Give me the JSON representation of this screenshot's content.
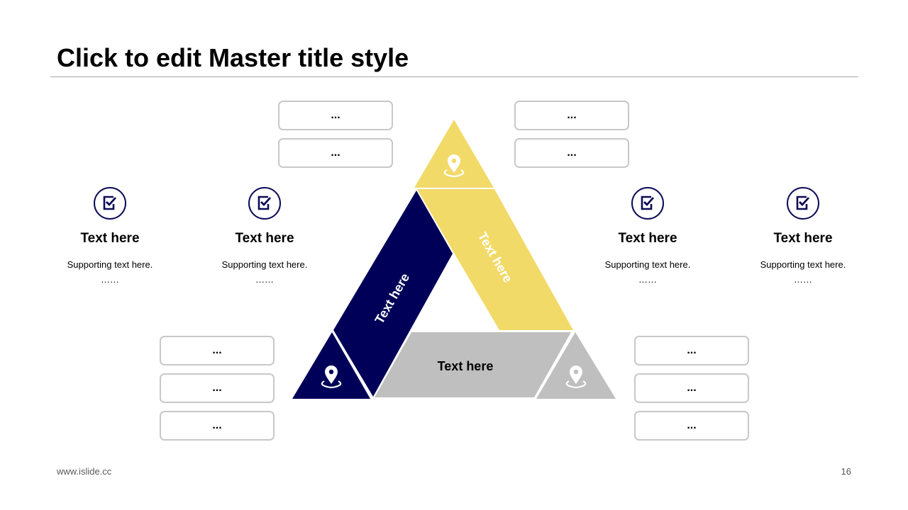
{
  "title": "Click to edit Master title style",
  "footer": {
    "website": "www.islide.cc",
    "page_number": "16"
  },
  "boxes": {
    "top_left": [
      "...",
      "..."
    ],
    "top_right": [
      "...",
      "..."
    ],
    "bottom_left": [
      "...",
      "...",
      "..."
    ],
    "bottom_right": [
      "...",
      "...",
      "..."
    ]
  },
  "columns": [
    {
      "icon": "checkbox-icon",
      "title": "Text here",
      "subtitle": "Supporting  text here.",
      "dots": "……"
    },
    {
      "icon": "checkbox-icon",
      "title": "Text here",
      "subtitle": "Supporting  text here.",
      "dots": "……"
    },
    {
      "icon": "checkbox-icon",
      "title": "Text here",
      "subtitle": "Supporting  text here.",
      "dots": "……"
    },
    {
      "icon": "checkbox-icon",
      "title": "Text here",
      "subtitle": "Supporting  text here.",
      "dots": "……"
    }
  ],
  "triangle": {
    "left_band": "Text here",
    "right_band": "Text here",
    "bottom_band": "Text here",
    "corner_icon": "location-pin-icon"
  },
  "colors": {
    "navy": "#000058",
    "yellow": "#f2da69",
    "gray": "#bfbfbf",
    "box_border": "#c8c8c8"
  }
}
